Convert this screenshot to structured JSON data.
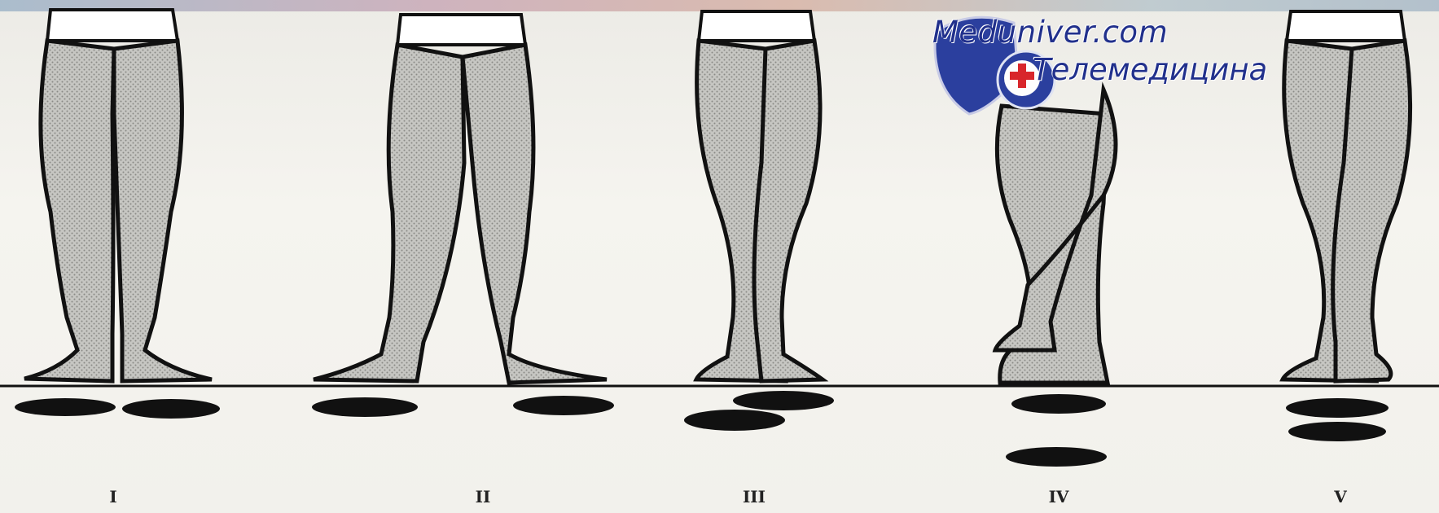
{
  "watermark": {
    "site": "Meduniver.com",
    "subtitle": "Телемедицина",
    "colors": {
      "text": "#21308c",
      "badge_blue": "#2b3f9e",
      "badge_red": "#d8262b"
    }
  },
  "positions": [
    {
      "label": "I"
    },
    {
      "label": "II"
    },
    {
      "label": "III"
    },
    {
      "label": "IV"
    },
    {
      "label": "V"
    }
  ],
  "colors": {
    "ink": "#111111",
    "leg_fill": "#bdbdb9",
    "background": "#f3f1ea"
  }
}
